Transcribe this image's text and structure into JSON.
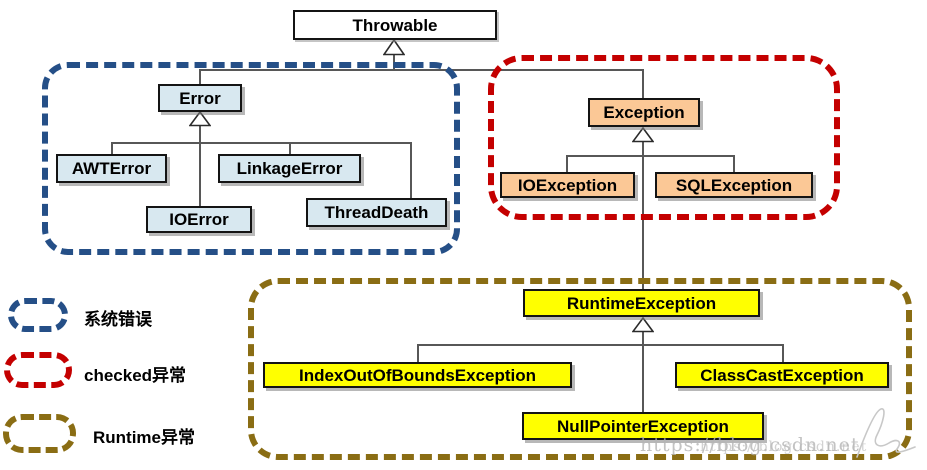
{
  "title": "Java exception hierarchy diagram",
  "nodes": {
    "throwable": "Throwable",
    "error": "Error",
    "awt_error": "AWTError",
    "linkage_error": "LinkageError",
    "io_error": "IOError",
    "thread_death": "ThreadDeath",
    "exception": "Exception",
    "io_exception": "IOException",
    "sql_exception": "SQLException",
    "runtime_exception": "RuntimeException",
    "index_out_of_bounds_exception": "IndexOutOfBoundsException",
    "class_cast_exception": "ClassCastException",
    "null_pointer_exception": "NullPointerException"
  },
  "groups": [
    {
      "name": "error-group",
      "legend_label": "系统错误",
      "border_color": "#254f87"
    },
    {
      "name": "checked-group",
      "legend_label": "checked异常",
      "border_color": "#c40000"
    },
    {
      "name": "runtime-group",
      "legend_label": "Runtime异常",
      "border_color": "#8a6d14"
    }
  ],
  "watermark": {
    "url_text": "https://blog.csdn.net"
  },
  "colors": {
    "error_node_fill": "#d8e8f0",
    "exception_node_fill": "#fbc896",
    "runtime_node_fill": "#ffff00",
    "connector": "#575757"
  }
}
